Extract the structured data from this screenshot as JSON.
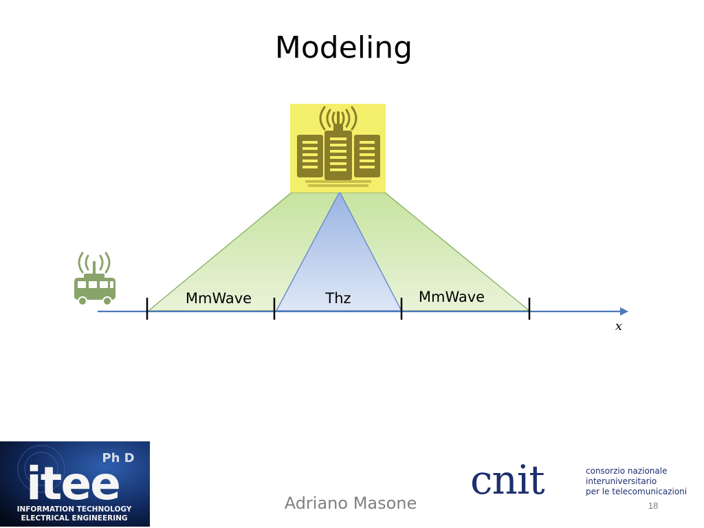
{
  "slide": {
    "title": "Modeling",
    "author": "Adriano Masone",
    "page_number": "18"
  },
  "diagram": {
    "labels": {
      "left_zone": "MmWave",
      "center_zone": "Thz",
      "right_zone": "MmWave",
      "axis": "x"
    },
    "icons": {
      "base_station": "server-rack-with-antenna-icon",
      "vehicle": "bus-with-antenna-icon"
    },
    "colors": {
      "mmwave_fill": "#c7e3a0",
      "thz_fill": "#a9bfe6",
      "axis": "#4a78b8",
      "tower_bg": "#f4ef6a",
      "tower_fg": "#8a7d2a",
      "vehicle": "#8aa36a"
    }
  },
  "logos": {
    "itee": {
      "main": "itee",
      "badge": "Ph D",
      "line1": "INFORMATION TECHNOLOGY",
      "line2": "ELECTRICAL ENGINEERING"
    },
    "cnit": {
      "wordmark": "cnit",
      "line1": "consorzio nazionale",
      "line2": "interuniversitario",
      "line3": "per le telecomunicazioni"
    }
  }
}
